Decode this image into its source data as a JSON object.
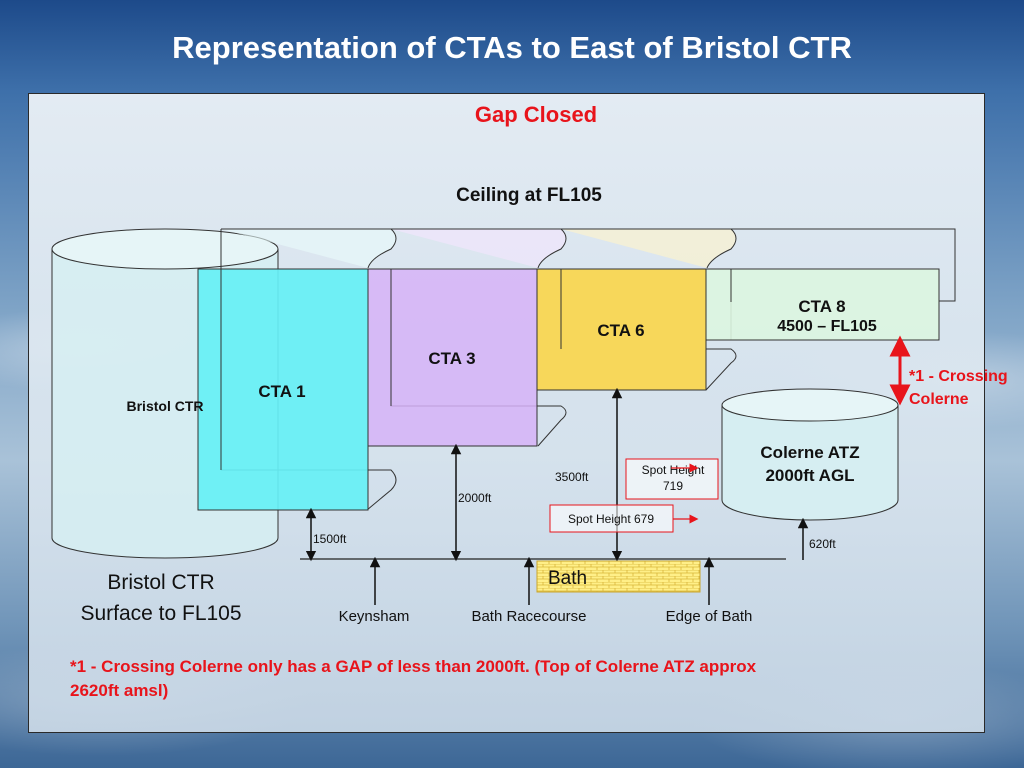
{
  "slide": {
    "title": "Representation of CTAs to East of Bristol CTR",
    "gap_heading": "Gap Closed",
    "ceiling_label": "Ceiling at FL105"
  },
  "airspace": {
    "bristol_ctr_label": "Bristol CTR",
    "bristol_ctr_caption_line1": "Bristol CTR",
    "bristol_ctr_caption_line2": "Surface to FL105",
    "cta1": "CTA 1",
    "cta3": "CTA 3",
    "cta6": "CTA 6",
    "cta8": "CTA 8",
    "cta8_range": "4500 – FL105",
    "colerne_line1": "Colerne ATZ",
    "colerne_line2": "2000ft AGL"
  },
  "heights": {
    "h1500": "1500ft",
    "h2000": "2000ft",
    "h3500": "3500ft",
    "h620": "620ft"
  },
  "spot_heights": {
    "spot719_line1": "Spot Height",
    "spot719_line2": "719",
    "spot679": "Spot Height 679"
  },
  "ground": {
    "bath": "Bath",
    "keynsham": "Keynsham",
    "bath_racecourse": "Bath Racecourse",
    "edge_of_bath": "Edge of Bath"
  },
  "crossing": {
    "note_line1": "*1  - Crossing",
    "note_line2": "Colerne",
    "footnote_line1": "*1  - Crossing Colerne only has a GAP of less than 2000ft. (Top of Colerne ATZ approx",
    "footnote_line2": "2620ft amsl)"
  },
  "colors": {
    "title_text": "#ffffff",
    "accent_red": "#e8141b",
    "cta1_fill": "#66f0f5",
    "cta3_fill": "#d6b3f7",
    "cta6_fill": "#f7d75a",
    "cta8_fill": "#dcf5e0",
    "bristol_fill": "#d6eef2",
    "bath_fill": "#ffef88"
  }
}
